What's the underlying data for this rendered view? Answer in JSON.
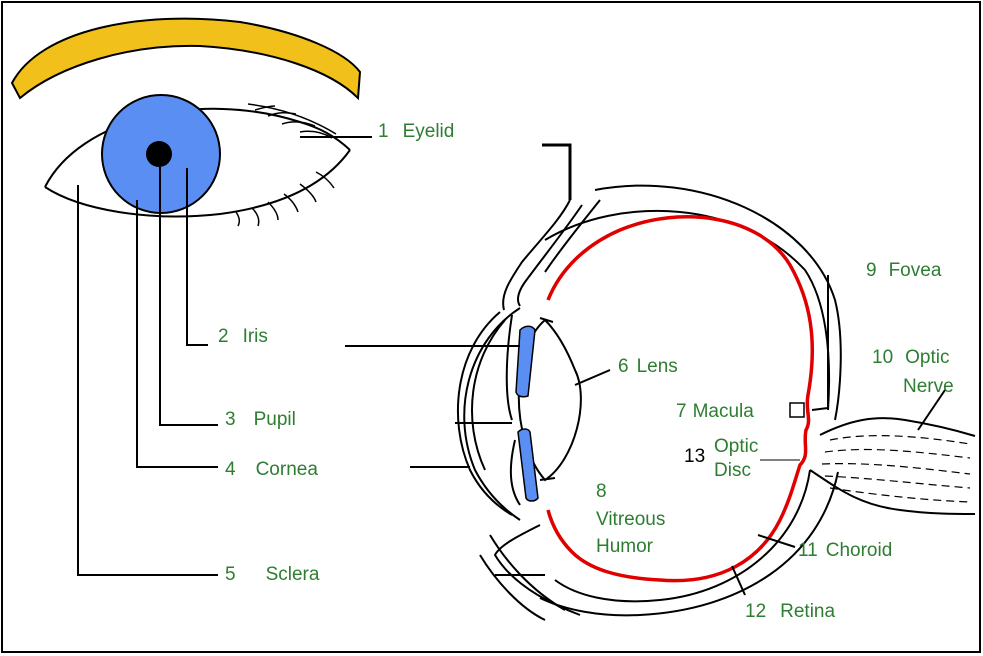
{
  "colors": {
    "label_green": "#2e7d32",
    "eyebrow_fill": "#f2c01a",
    "iris_fill": "#5b8ef2",
    "retina_line": "#e00000",
    "outline": "#000000"
  },
  "labels": {
    "eyelid_num": "1",
    "eyelid": "Eyelid",
    "iris_num": "2",
    "iris": "Iris",
    "pupil_num": "3",
    "pupil": "Pupil",
    "cornea_num": "4",
    "cornea": "Cornea",
    "sclera_num": "5",
    "sclera": "Sclera",
    "lens_num": "6",
    "lens": "Lens",
    "macula_num": "7",
    "macula": "Macula",
    "vitreous_num": "8",
    "vitreous_1": "Vitreous",
    "vitreous_2": "Humor",
    "fovea_num": "9",
    "fovea": "Fovea",
    "optic_nerve_num": "10",
    "optic_nerve_1": "Optic",
    "optic_nerve_2": "Nerve",
    "choroid_num": "11",
    "choroid": "Choroid",
    "retina_num": "12",
    "retina": "Retina",
    "optic_disc_num": "13",
    "optic_disc_1": "Optic",
    "optic_disc_2": "Disc"
  }
}
